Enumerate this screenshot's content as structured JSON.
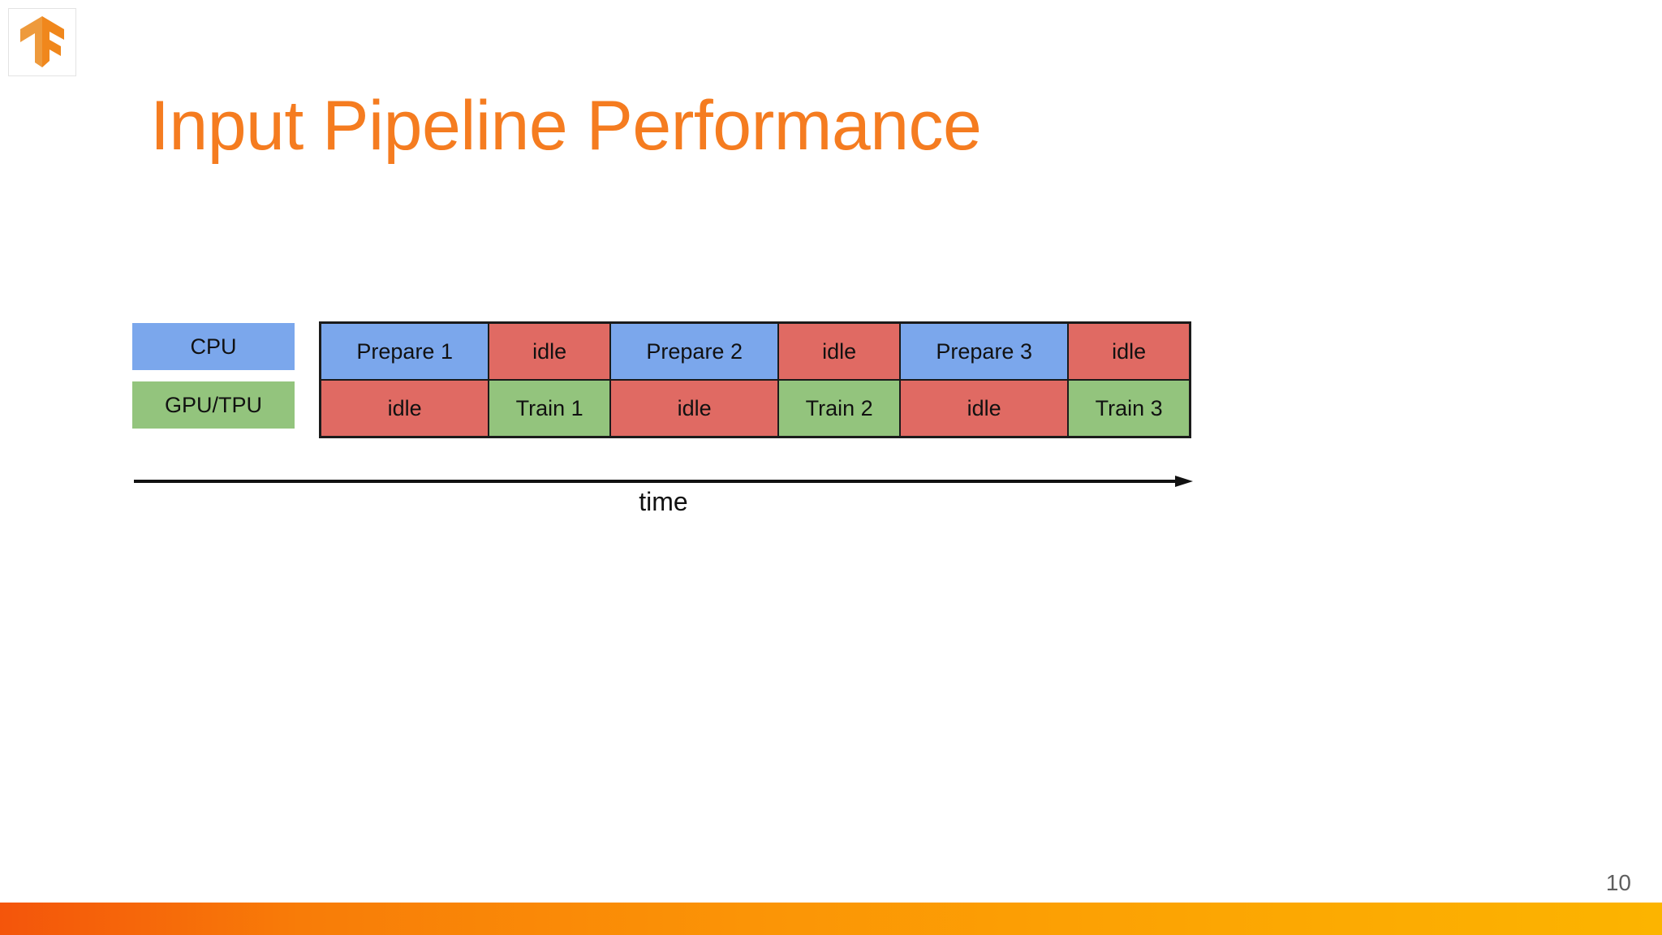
{
  "slide": {
    "title": "Input Pipeline Performance",
    "page_number": "10",
    "title_color": "#F57C20",
    "footer_gradient_from": "#F4550B",
    "footer_gradient_to": "#FCB400"
  },
  "logo": {
    "name": "tensorflow-logo",
    "color_light": "#EE9A3C",
    "color_dark": "#F07F1A"
  },
  "legend": {
    "cpu": {
      "label": "CPU",
      "color": "#7BA7EC"
    },
    "gpu": {
      "label": "GPU/TPU",
      "color": "#93C47D"
    }
  },
  "axis": {
    "time_label": "time"
  },
  "chart_data": {
    "type": "table",
    "title": "Input Pipeline Performance",
    "xlabel": "time",
    "legend": [
      "CPU",
      "GPU/TPU"
    ],
    "colors": {
      "prepare": "#7BA7EC",
      "train": "#93C47D",
      "idle": "#E06A63"
    },
    "rows": [
      {
        "name": "CPU",
        "cells": [
          {
            "label": "Prepare 1",
            "kind": "prepare",
            "width": 1.6
          },
          {
            "label": "idle",
            "kind": "idle",
            "width": 1.15
          },
          {
            "label": "Prepare 2",
            "kind": "prepare",
            "width": 1.6
          },
          {
            "label": "idle",
            "kind": "idle",
            "width": 1.15
          },
          {
            "label": "Prepare 3",
            "kind": "prepare",
            "width": 1.6
          },
          {
            "label": "idle",
            "kind": "idle",
            "width": 1.15
          }
        ]
      },
      {
        "name": "GPU/TPU",
        "cells": [
          {
            "label": "idle",
            "kind": "idle",
            "width": 1.6
          },
          {
            "label": "Train 1",
            "kind": "train",
            "width": 1.15
          },
          {
            "label": "idle",
            "kind": "idle",
            "width": 1.6
          },
          {
            "label": "Train 2",
            "kind": "train",
            "width": 1.15
          },
          {
            "label": "idle",
            "kind": "idle",
            "width": 1.6
          },
          {
            "label": "Train 3",
            "kind": "train",
            "width": 1.15
          }
        ]
      }
    ]
  }
}
